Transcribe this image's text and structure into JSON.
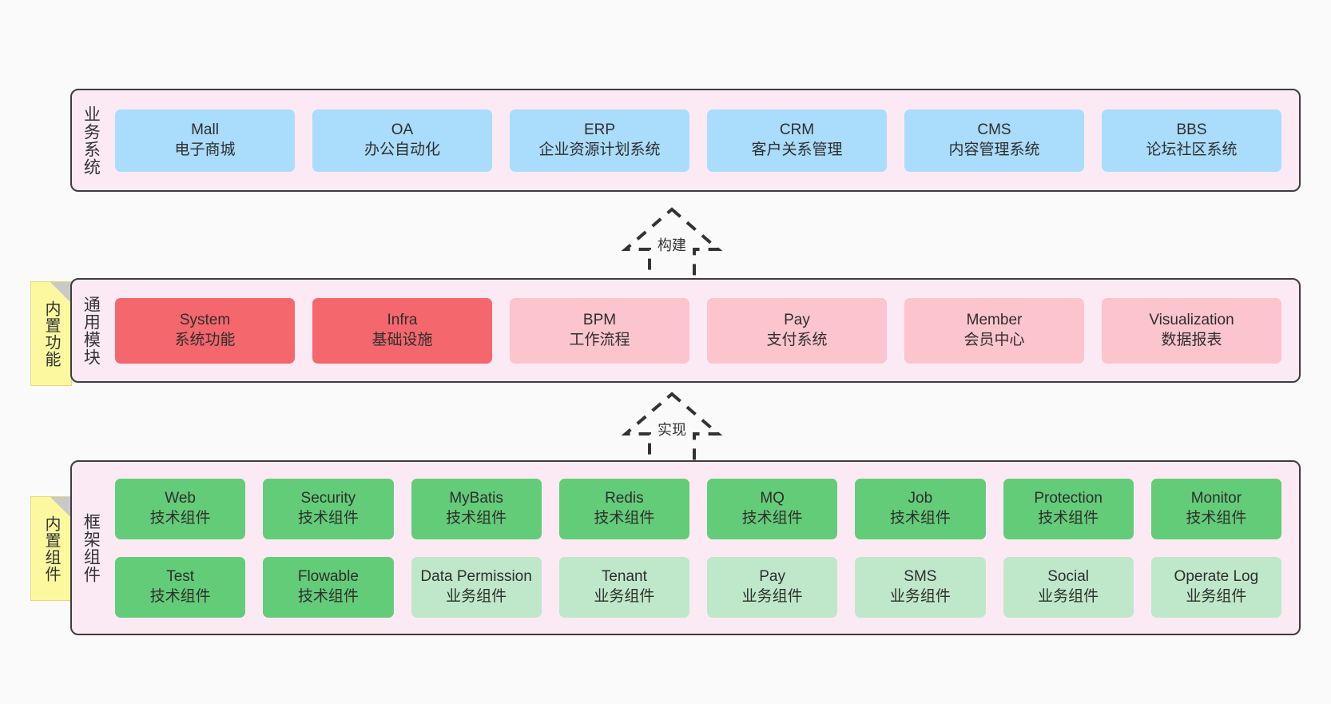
{
  "diagram": {
    "background": "#fafafa",
    "panel_color": "#fbeaf4",
    "note_color": "#fbf8a0"
  },
  "layers": [
    {
      "id": "business",
      "title": "业务系统",
      "note": null,
      "rows": [
        {
          "style": "c-blue",
          "cells": [
            {
              "en": "Mall",
              "cn": "电子商城"
            },
            {
              "en": "OA",
              "cn": "办公自动化"
            },
            {
              "en": "ERP",
              "cn": "企业资源计划系统"
            },
            {
              "en": "CRM",
              "cn": "客户关系管理"
            },
            {
              "en": "CMS",
              "cn": "内容管理系统"
            },
            {
              "en": "BBS",
              "cn": "论坛社区系统"
            }
          ]
        }
      ]
    },
    {
      "id": "common",
      "title": "通用模块",
      "note": "内置功能",
      "rows": [
        {
          "cells": [
            {
              "en": "System",
              "cn": "系统功能",
              "style": "c-red"
            },
            {
              "en": "Infra",
              "cn": "基础设施",
              "style": "c-red"
            },
            {
              "en": "BPM",
              "cn": "工作流程",
              "style": "c-pink"
            },
            {
              "en": "Pay",
              "cn": "支付系统",
              "style": "c-pink"
            },
            {
              "en": "Member",
              "cn": "会员中心",
              "style": "c-pink"
            },
            {
              "en": "Visualization",
              "cn": "数据报表",
              "style": "c-pink"
            }
          ]
        }
      ]
    },
    {
      "id": "frame",
      "title": "框架组件",
      "note": "内置组件",
      "rows": [
        {
          "cells": [
            {
              "en": "Web",
              "cn": "技术组件",
              "style": "c-green"
            },
            {
              "en": "Security",
              "cn": "技术组件",
              "style": "c-green"
            },
            {
              "en": "MyBatis",
              "cn": "技术组件",
              "style": "c-green"
            },
            {
              "en": "Redis",
              "cn": "技术组件",
              "style": "c-green"
            },
            {
              "en": "MQ",
              "cn": "技术组件",
              "style": "c-green"
            },
            {
              "en": "Job",
              "cn": "技术组件",
              "style": "c-green"
            },
            {
              "en": "Protection",
              "cn": "技术组件",
              "style": "c-green"
            },
            {
              "en": "Monitor",
              "cn": "技术组件",
              "style": "c-green"
            }
          ]
        },
        {
          "cells": [
            {
              "en": "Test",
              "cn": "技术组件",
              "style": "c-green"
            },
            {
              "en": "Flowable",
              "cn": "技术组件",
              "style": "c-green"
            },
            {
              "en": "Data Permission",
              "cn": "业务组件",
              "style": "c-lightgreen"
            },
            {
              "en": "Tenant",
              "cn": "业务组件",
              "style": "c-lightgreen"
            },
            {
              "en": "Pay",
              "cn": "业务组件",
              "style": "c-lightgreen"
            },
            {
              "en": "SMS",
              "cn": "业务组件",
              "style": "c-lightgreen"
            },
            {
              "en": "Social",
              "cn": "业务组件",
              "style": "c-lightgreen"
            },
            {
              "en": "Operate Log",
              "cn": "业务组件",
              "style": "c-lightgreen"
            }
          ]
        }
      ]
    }
  ],
  "arrows": [
    {
      "id": "build",
      "label": "构建"
    },
    {
      "id": "realize",
      "label": "实现"
    }
  ]
}
